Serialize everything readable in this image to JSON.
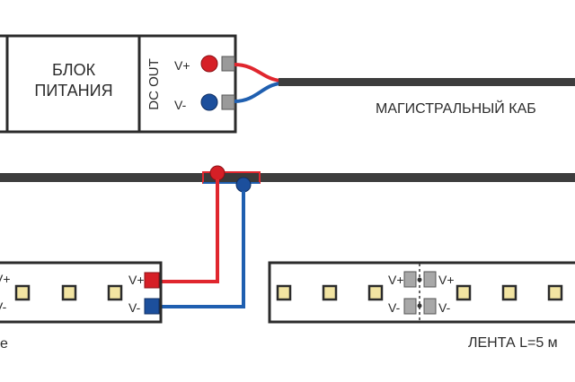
{
  "power_supply": {
    "name_line1": "БЛОК",
    "name_line2": "ПИТАНИЯ",
    "output_label": "DC OUT",
    "terminal_pos": "V+",
    "terminal_neg": "V-"
  },
  "main_cable": {
    "label": "МАГИСТРАЛЬНЫЙ КАБ"
  },
  "strip_left": {
    "pos_label": "V+",
    "neg_label": "V-",
    "edge_pos_label": "V+",
    "edge_neg_label": "V-",
    "caption_fragment": "е"
  },
  "strip_right": {
    "joint_left_pos": "V+",
    "joint_left_neg": "V-",
    "joint_right_pos": "V+",
    "joint_right_neg": "V-",
    "caption": "ЛЕНТА L=5 м"
  },
  "colors": {
    "positive_wire": "#e0262e",
    "negative_wire": "#1f5fb0",
    "cable": "#3d3d3d",
    "led": "#f2e4a2"
  }
}
